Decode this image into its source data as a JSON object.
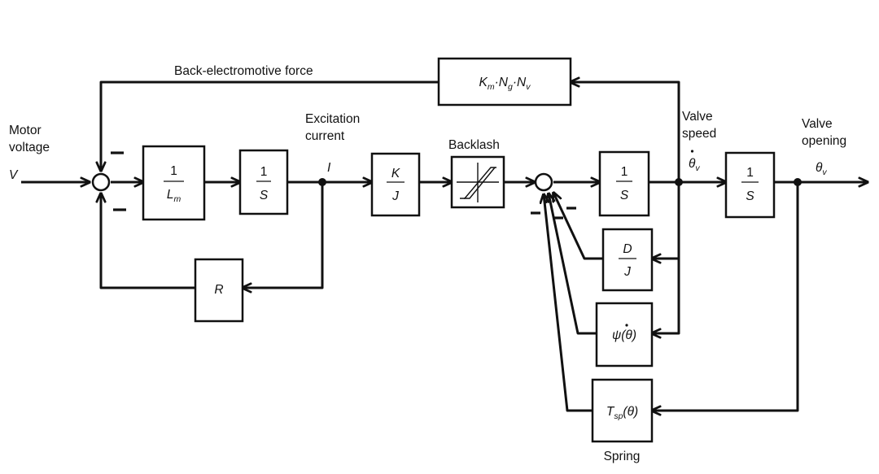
{
  "labels": {
    "bemf": "Back-electromotive force",
    "motor_voltage": [
      "Motor",
      "voltage"
    ],
    "excitation_current": [
      "Excitation",
      "current"
    ],
    "backlash": "Backlash",
    "valve_speed": [
      "Valve",
      "speed"
    ],
    "valve_opening": [
      "Valve",
      "opening"
    ],
    "spring": "Spring"
  },
  "signals": {
    "V": "V",
    "I": "I",
    "theta_dot_v": "θ",
    "theta_dot_v_sub": "v",
    "theta_v": "θ",
    "theta_v_sub": "v"
  },
  "blocks": {
    "inv_Lm": {
      "num": "1",
      "den": "L",
      "den_sub": "m"
    },
    "integ1": {
      "num": "1",
      "den": "S"
    },
    "K_J": {
      "num": "K",
      "den": "J"
    },
    "integ2": {
      "num": "1",
      "den": "S"
    },
    "integ3": {
      "num": "1",
      "den": "S"
    },
    "D_J": {
      "num": "D",
      "den": "J"
    },
    "R": "R",
    "psi": {
      "fn": "ψ",
      "arg": "θ"
    },
    "Tsp": {
      "T": "T",
      "sub": "sp",
      "arg": "(θ)"
    },
    "gear": {
      "K": "K",
      "Ksub": "m",
      "N1": "N",
      "N1sub": "g",
      "N2": "N",
      "N2sub": "v"
    }
  }
}
